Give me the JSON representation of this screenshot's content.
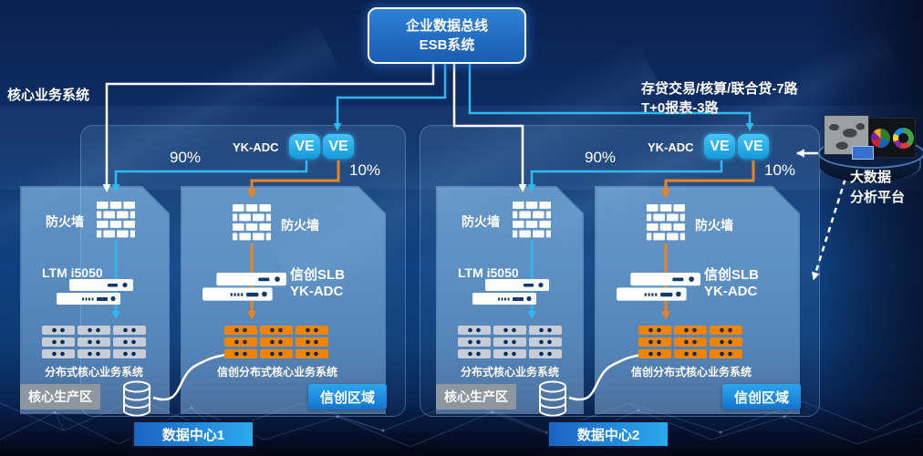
{
  "esb": {
    "line1": "企业数据总线",
    "line2": "ESB系统"
  },
  "left_title": "核心业务系统",
  "right_note": {
    "line1": "存贷交易/核算/联合贷-7路",
    "line2": "T+0报表-3路"
  },
  "bigdata": {
    "line1": "大数据",
    "line2": "分析平台"
  },
  "shared": {
    "adc": "YK-ADC",
    "ve": "VE",
    "pct_main": "90%",
    "pct_alt": "10%",
    "firewall": "防火墙"
  },
  "dc1": {
    "name": "数据中心1",
    "zone1": {
      "lb": "LTM i5050",
      "servers": "分布式核心业务系统",
      "badge": "核心生产区"
    },
    "zone2": {
      "lb1": "信创SLB",
      "lb2": "YK-ADC",
      "servers": "信创分布式核心业务系统",
      "badge": "信创区域"
    }
  },
  "dc2": {
    "name": "数据中心2",
    "zone1": {
      "lb": "LTM i5050",
      "servers": "分布式核心业务系统",
      "badge": "核心生产区"
    },
    "zone2": {
      "lb1": "信创SLB",
      "lb2": "YK-ADC",
      "servers": "信创分布式核心业务系统",
      "badge": "信创区域"
    }
  },
  "colors": {
    "line_main": "#2eb9f2",
    "line_alt": "#ec831c",
    "line_white": "#ffffff",
    "ve_badge": "#23a9e6",
    "rack_grey": "#c7cdd6",
    "rack_orange": "#f08300"
  }
}
